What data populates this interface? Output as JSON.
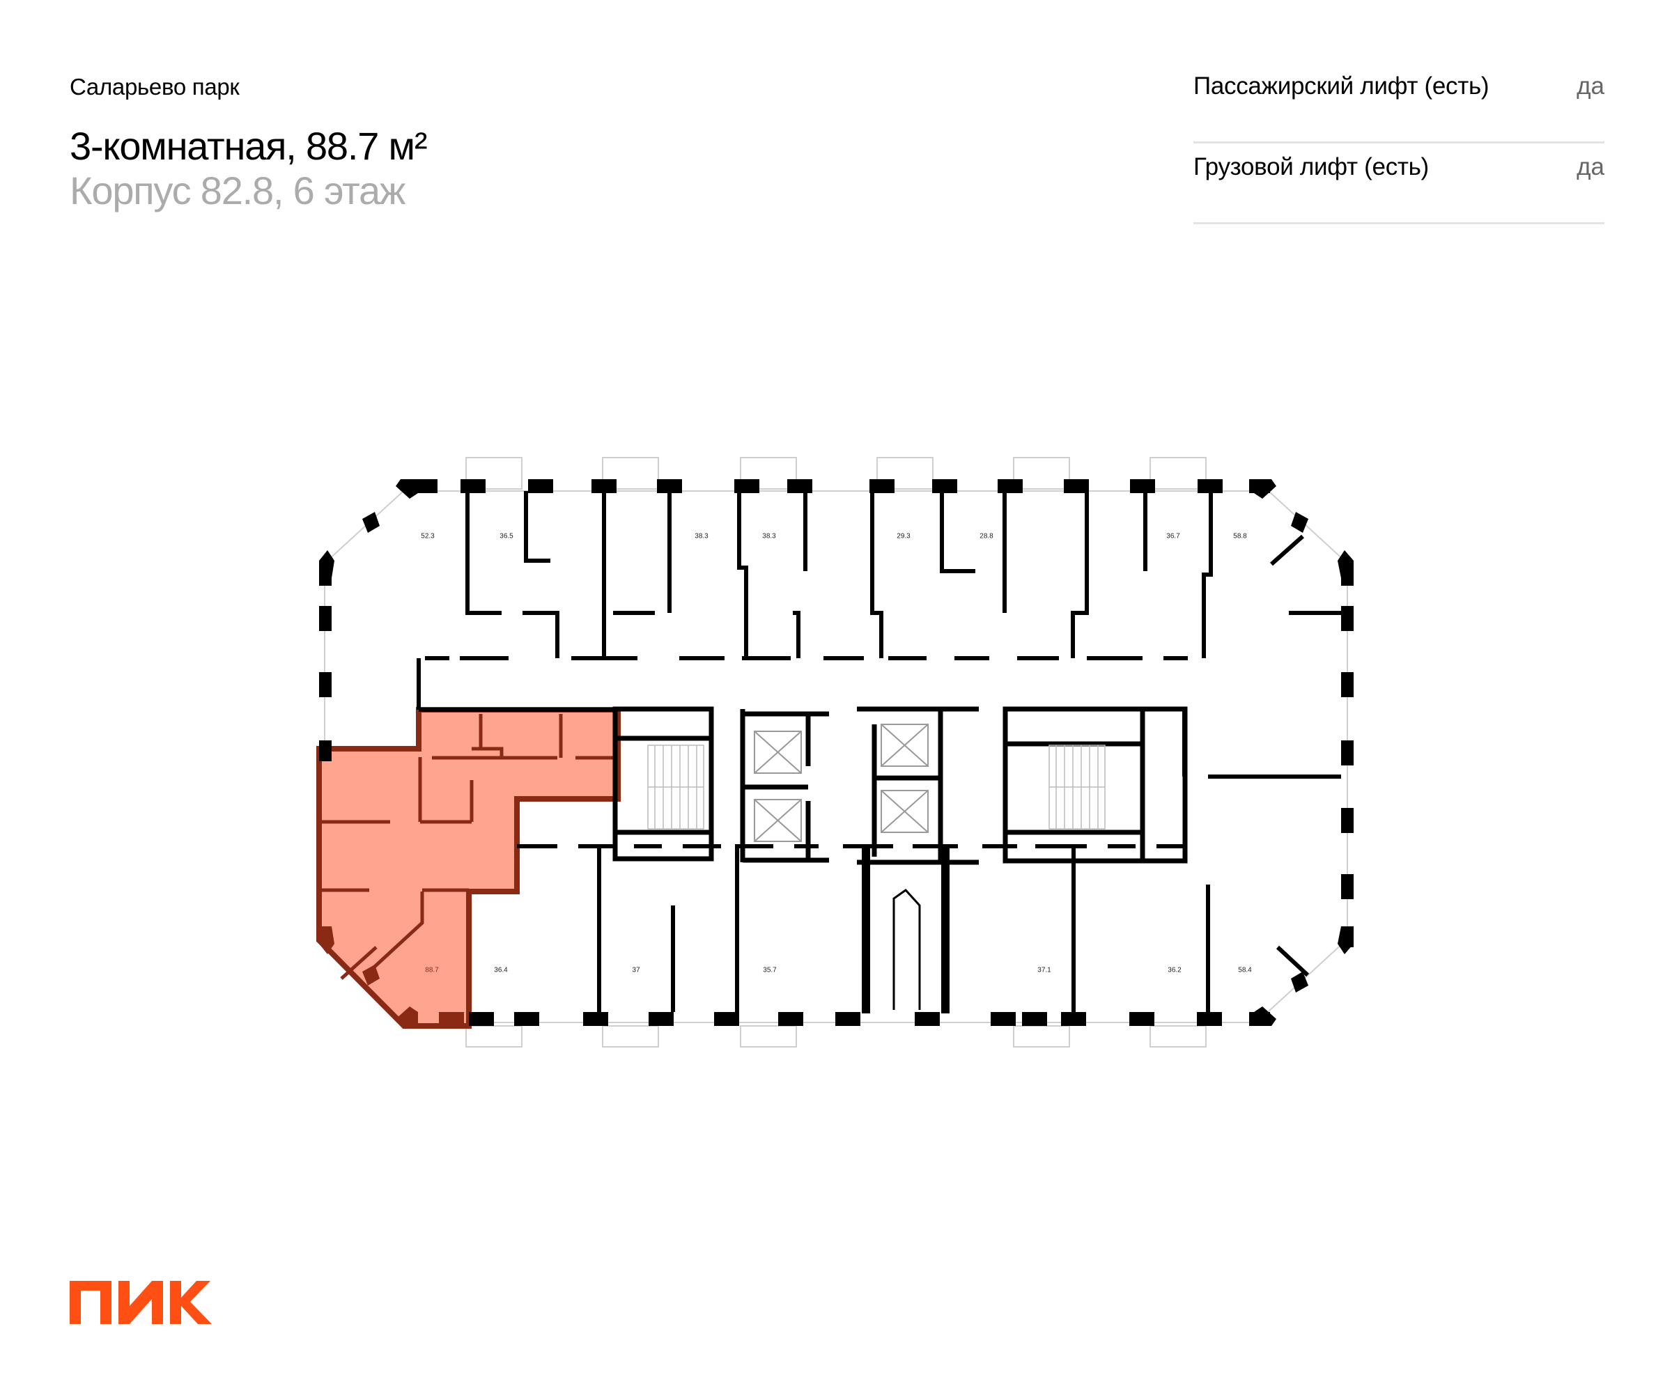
{
  "header": {
    "project_name": "Саларьево парк",
    "apartment_title": "3-комнатная, 88.7 м²",
    "location": "Корпус 82.8, 6 этаж"
  },
  "properties": [
    {
      "label": "Пассажирский лифт (есть)",
      "value": "да"
    },
    {
      "label": "Грузовой лифт (есть)",
      "value": "да"
    }
  ],
  "floor_plan": {
    "selected_apartment": {
      "area": "88.7",
      "rooms": 3,
      "fill_color": "#ffa58f",
      "wall_color": "#8b2a14"
    },
    "apartments_top": [
      "52.3",
      "36.5",
      "38.3",
      "38.3",
      "29.3",
      "28.8",
      "36.7",
      "58.8"
    ],
    "apartments_bottom": [
      "88.7",
      "36.4",
      "37",
      "35.7",
      "37.1",
      "36.2",
      "58.4"
    ],
    "wall_color": "#000000",
    "line_color": "#c8c8c8"
  },
  "brand": {
    "logo_text": "ПИК",
    "logo_color": "#ff4f12"
  }
}
